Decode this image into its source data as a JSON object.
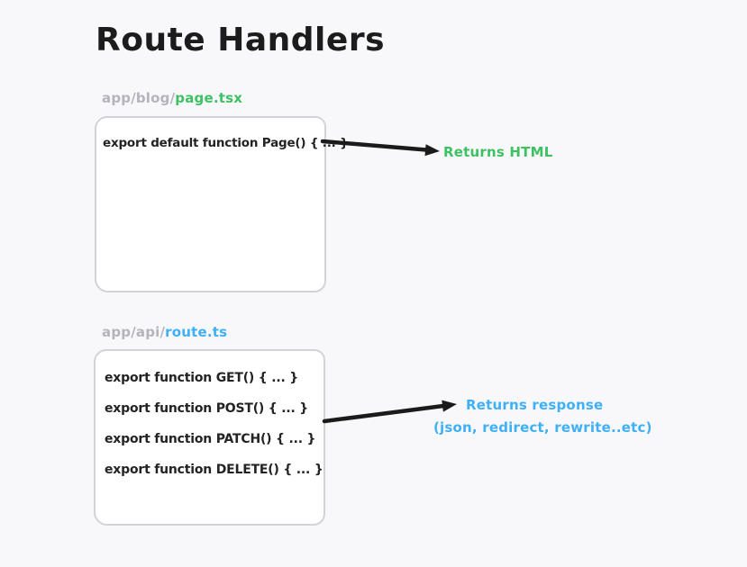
{
  "page": {
    "title": "Route Handlers",
    "background_color": "#f8f8fa"
  },
  "colors": {
    "green": "#3ec163",
    "blue": "#3fb0f7",
    "path_gray": "#b4b4bc",
    "ink": "#1c1c1c",
    "arrow": "#1b1b1b",
    "box_border": "#d2d2d8"
  },
  "page_route": {
    "path_prefix": "app/blog/",
    "file_name": "page.tsx",
    "code_lines": {
      "0": "export default function Page() { ... }"
    },
    "result": "Returns HTML"
  },
  "api_route": {
    "path_prefix": "app/api/",
    "file_name": "route.ts",
    "code_lines": {
      "0": "export function GET() { ... }",
      "1": "export function POST() { ... }",
      "2": "export function PATCH() { ... }",
      "3": "export function DELETE() { ... }"
    },
    "result_line1": "Returns response",
    "result_line2": "(json, redirect, rewrite..etc)"
  }
}
